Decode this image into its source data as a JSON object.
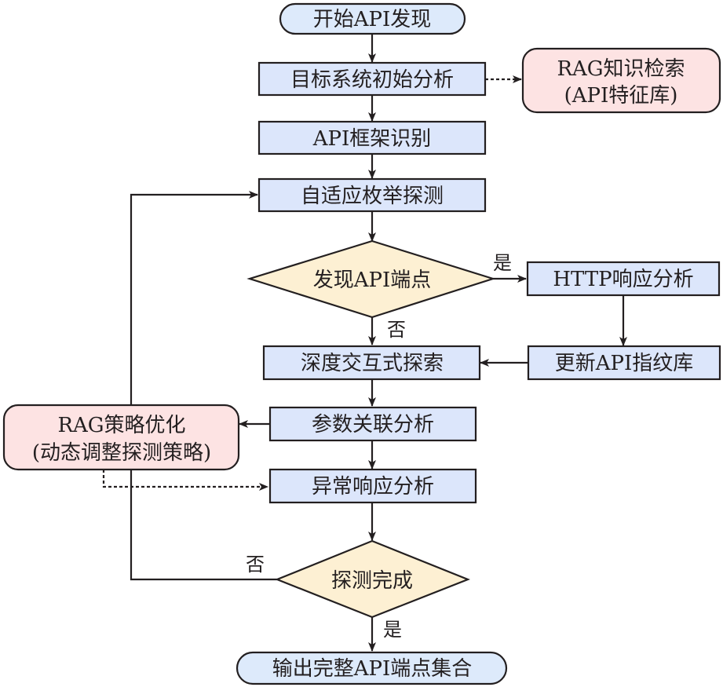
{
  "diagram": {
    "title": "API discovery flowchart",
    "colors": {
      "process_fill": "#dce6fb",
      "terminal_fill": "#ddeafb",
      "rag_fill": "#fde3e3",
      "decision_fill": "#fdf0d3",
      "stroke": "#231f20"
    },
    "nodes": {
      "start": "开始API发现",
      "initial_analysis": "目标系统初始分析",
      "rag_retrieval_line1": "RAG知识检索",
      "rag_retrieval_line2": "(API特征库)",
      "framework_identify": "API框架识别",
      "adaptive_enum": "自适应枚举探测",
      "found_endpoint": "发现API端点",
      "http_response": "HTTP响应分析",
      "update_fingerprint": "更新API指纹库",
      "deep_explore": "深度交互式探索",
      "param_analysis": "参数关联分析",
      "rag_strategy_line1": "RAG策略优化",
      "rag_strategy_line2": "(动态调整探测策略)",
      "anomaly_analysis": "异常响应分析",
      "probe_complete": "探测完成",
      "output": "输出完整API端点集合"
    },
    "edge_labels": {
      "found_yes": "是",
      "found_no": "否",
      "complete_no": "否",
      "complete_yes": "是"
    }
  }
}
